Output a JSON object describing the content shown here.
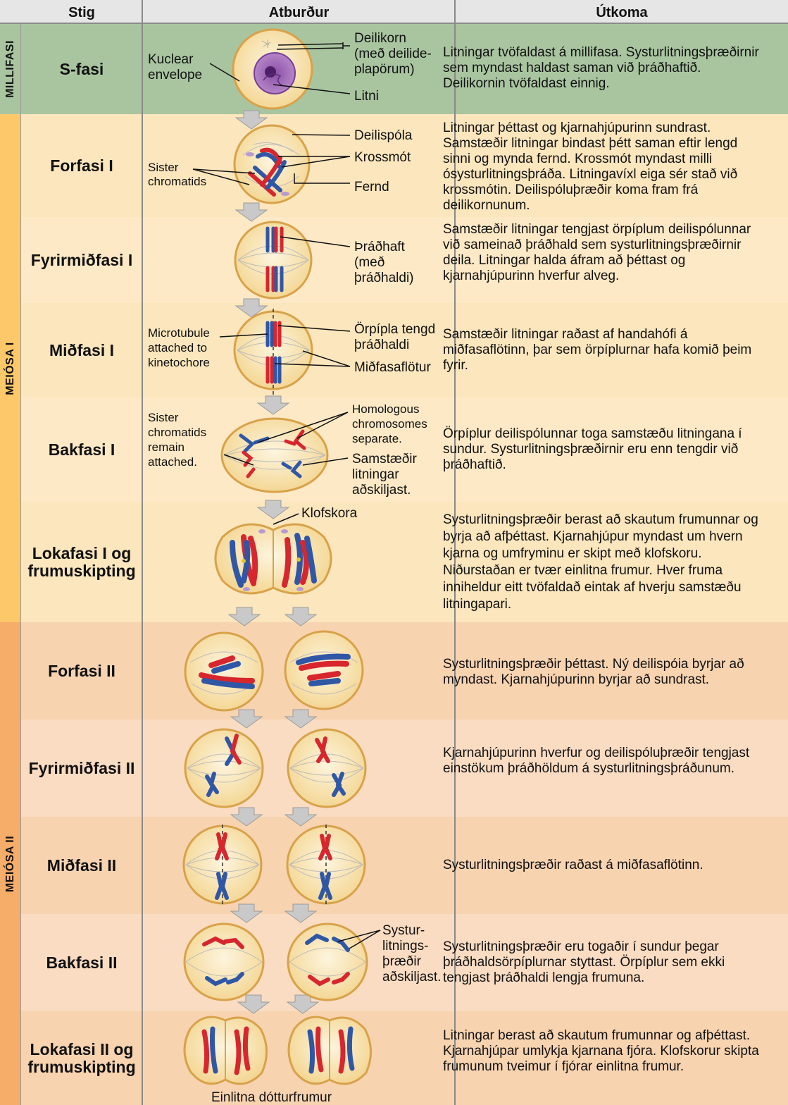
{
  "header": {
    "col1": "Stig",
    "col2": "Atburður",
    "col3": "Útkoma"
  },
  "sidebar": {
    "interphase": "MILLIFASI",
    "meiosis1": "MEIÓSA I",
    "meiosis2": "MEIÓSA II"
  },
  "rows": [
    {
      "stage": "S-fasi",
      "desc": "Litningar tvöfaldast á millifasa. Systurlitningsþræðirnir sem myndast haldast saman við þráðhaftið. Deilikornin tvöfaldast einnig."
    },
    {
      "stage": "Forfasi I",
      "desc": "Litningar þéttast og kjarnahjúpurinn sundrast. Samstæðir litningar bindast þétt saman eftir lengd sinni og mynda fernd. Krossmót myndast milli ósysturlitningsþráða. Litningavíxl eiga sér stað við krossmótin. Deilispóluþræðir koma fram frá deilikornunum."
    },
    {
      "stage": "Fyrirmiðfasi I",
      "desc": "Samstæðir litningar tengjast örpíplum deilispólunnar við sameinað þráðhald sem systurlitningsþræðirnir deila. Litningar halda áfram að þéttast og kjarnahjúpurinn hverfur alveg."
    },
    {
      "stage": "Miðfasi I",
      "desc": "Samstæðir litningar raðast af handahófi á miðfasaflötinn, þar sem örpíplurnar hafa komið þeim fyrir."
    },
    {
      "stage": "Bakfasi I",
      "desc": "Örpíplur deilispólunnar toga samstæðu litningana í sundur. Systurlitningsþræðirnir eru enn tengdir við þráðhaftið."
    },
    {
      "stage": "Lokafasi I og frumuskipting",
      "desc": "Systurlitningsþræðir berast að skautum frumunnar og byrja að afþéttast. Kjarnahjúpur myndast um hvern kjarna og umfryminu er skipt með klofskoru. Niðurstaðan er tvær einlitna frumur. Hver fruma inniheldur eitt tvöfaldað eintak af hverju samstæðu litningapari."
    },
    {
      "stage": "Forfasi II",
      "desc": "Systurlitningsþræðir þéttast. Ný deilispóia byrjar að myndast. Kjarnahjúpurinn byrjar að sundrast."
    },
    {
      "stage": "Fyrirmiðfasi II",
      "desc": "Kjarnahjúpurinn hverfur og deilispóluþræðir tengjast einstökum þráðhöldum á systurlitningsþráðunum."
    },
    {
      "stage": "Miðfasi II",
      "desc": "Systurlitningsþræðir raðast á miðfasaflötinn."
    },
    {
      "stage": "Bakfasi II",
      "desc": "Systurlitningsþræðir eru togaðir í sundur þegar þráðhaldsörpíplurnar styttast. Örpíplur sem ekki tengjast þráðhaldi lengja frumuna."
    },
    {
      "stage": "Lokafasi II og frumuskipting",
      "desc": "Litningar berast að skautum frumunnar og afþéttast. Kjarnahjúpar umlykja kjarnana fjóra. Klofskorur skipta frumunum tveimur í fjórar einlitna frumur."
    }
  ],
  "labels": {
    "deilikorn": [
      "Deilikorn",
      "(með deilide-",
      "plapörum)"
    ],
    "nuclear_envelope": [
      "Kuclear",
      "envelope"
    ],
    "litni": "Litni",
    "deilispola": "Deilispóla",
    "krossmot": "Krossmót",
    "fernd": "Fernd",
    "sister_chromatids": [
      "Sister",
      "chromatids"
    ],
    "thradhaft": [
      "Þráðhaft",
      "(með",
      "þráðhaldi)"
    ],
    "microtubule": [
      "Microtubule",
      "attached to",
      "kinetochore"
    ],
    "orpipla": [
      "Örpípla tengd",
      "þráðhaldi"
    ],
    "midfasaflotur": "Miðfasaflötur",
    "sister_remain": [
      "Sister",
      "chromatids",
      "remain",
      "attached."
    ],
    "homologous": [
      "Homologous",
      "chromosomes",
      "separate."
    ],
    "samstaedir": [
      "Samstæðir",
      "litningar",
      "aðskiljast."
    ],
    "klofskora": "Klofskora",
    "systur": [
      "Systur-",
      "litnings-",
      "þræðir",
      "aðskiljast."
    ],
    "einlitna": "Einlitna dótturfrumur"
  },
  "colors": {
    "interphase_bg": "#a9c5a0",
    "meiosis1_a": "#fbe7bd",
    "meiosis1_b": "#fde9c4",
    "meiosis2_a": "#f7d3b0",
    "meiosis2_b": "#fadcc0",
    "chrom_red": "#d7262e",
    "chrom_blue": "#2f57a6",
    "cell_fill": "#fbecc5",
    "cell_stroke": "#d8a24a"
  }
}
